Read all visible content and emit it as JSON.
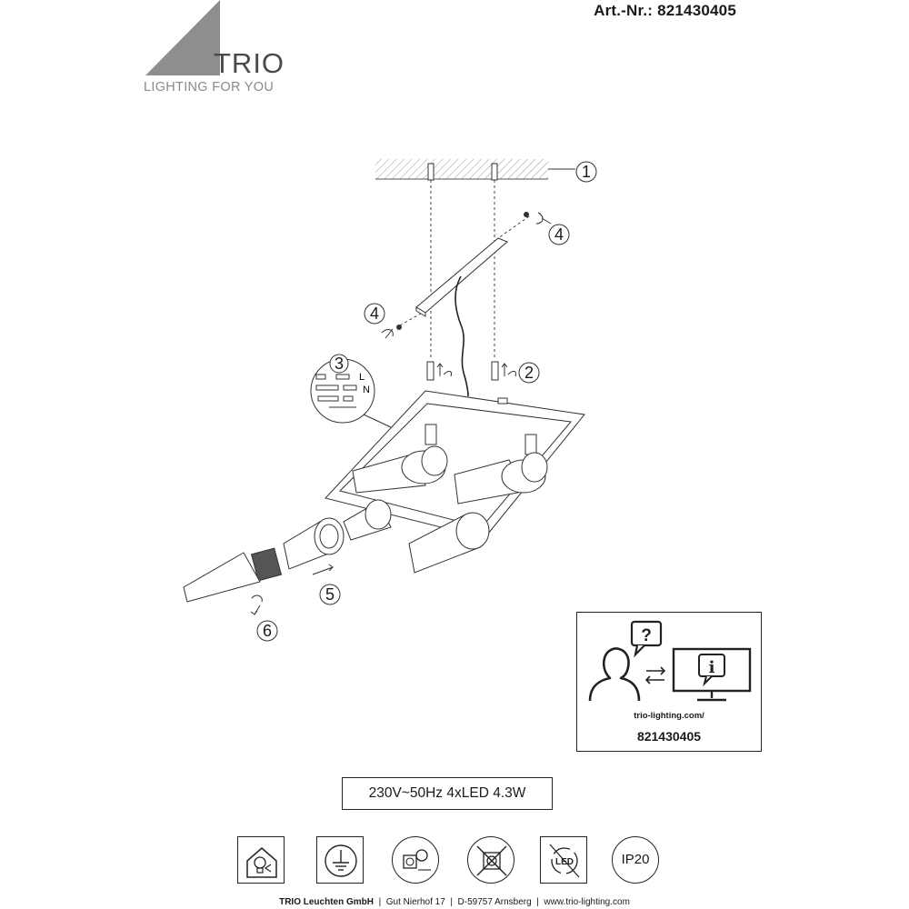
{
  "header": {
    "article_number": "Art.-Nr.: 821430405"
  },
  "brand": {
    "name": "TRIO",
    "tagline": "LIGHTING FOR YOU"
  },
  "callouts": [
    "1",
    "2",
    "3",
    "4",
    "4",
    "5",
    "6"
  ],
  "wiring_labels": {
    "live": "L",
    "neutral": "N"
  },
  "support": {
    "url": "trio-lighting.com/",
    "article": "821430405"
  },
  "spec": {
    "text": "230V~50Hz  4xLED 4.3W"
  },
  "symbols": {
    "ip_rating": "IP20",
    "led_label": "LED"
  },
  "footer": {
    "company": "TRIO Leuchten GmbH",
    "address": "Gut Nierhof 17",
    "city": "D-59757 Arnsberg",
    "website": "www.trio-lighting.com",
    "separator": "|"
  }
}
